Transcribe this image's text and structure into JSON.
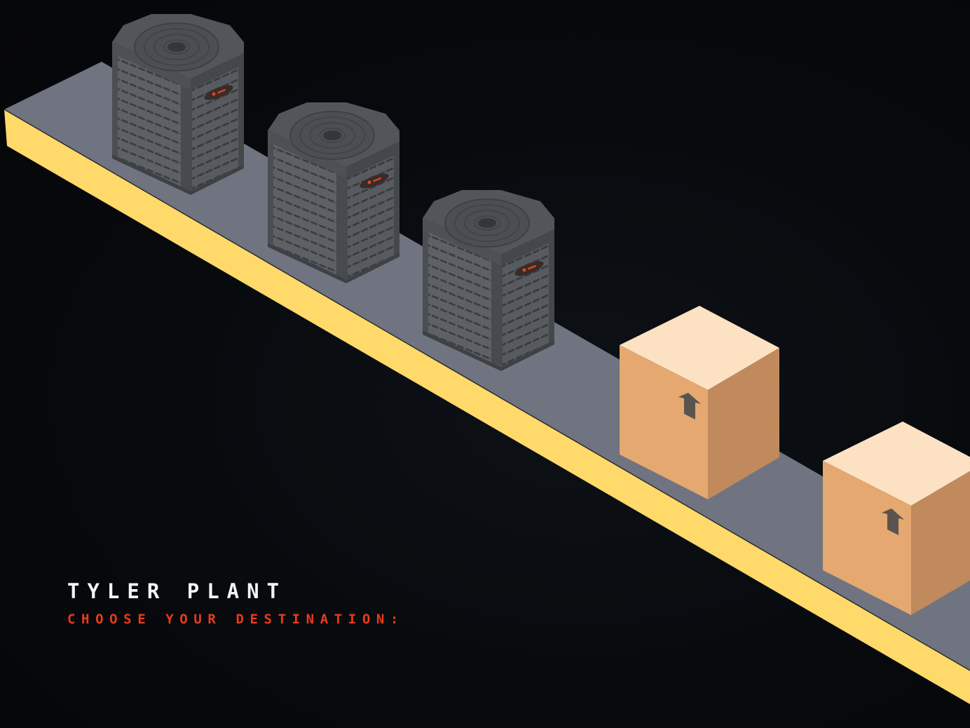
{
  "screen": {
    "plant_name": "TYLER PLANT",
    "prompt": "CHOOSE YOUR DESTINATION:"
  },
  "conveyor": {
    "items": [
      {
        "kind": "ac-unit",
        "label": "AC unit"
      },
      {
        "kind": "ac-unit",
        "label": "AC unit"
      },
      {
        "kind": "ac-unit",
        "label": "AC unit"
      },
      {
        "kind": "box",
        "label": "Shipping box"
      },
      {
        "kind": "box",
        "label": "Shipping box"
      }
    ]
  },
  "colors": {
    "background": "#07090c",
    "belt_top": "#6f7480",
    "belt_side": "#ffd96a",
    "ac_dark": "#4a4e52",
    "ac_mid": "#575b5f",
    "ac_light": "#5f6367",
    "ac_grille": "#3a3d40",
    "ac_badge": "#e0481c",
    "box_top": "#fde1c3",
    "box_left": "#e4a870",
    "box_right": "#c08a5c",
    "box_arrow": "#5a5450",
    "title_text": "#f4f4f4",
    "prompt_text": "#ea3a1a"
  }
}
